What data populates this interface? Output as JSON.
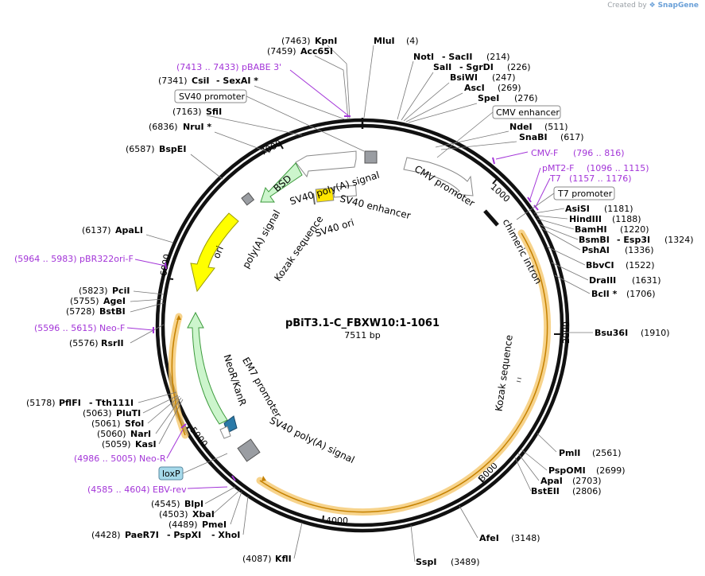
{
  "credit": {
    "prefix": "Created by",
    "brand": "SnapGene"
  },
  "title": "pBiT3.1-C_FBXW10:1-1061",
  "length": "7511 bp",
  "ticks": [
    "1000",
    "2000",
    "3000",
    "4000",
    "5000",
    "6000",
    "7000"
  ],
  "features": {
    "kozak_top": "Kozak sequence",
    "sv40_enhancer": "SV40 enhancer",
    "sv40_ori": "SV40 ori",
    "sv40_polya_top": "SV40 poly(A) signal",
    "bsd": "BSD",
    "polya": "poly(A) signal",
    "ori": "ori",
    "cmv_promoter": "CMV promoter",
    "chimeric_intron": "chimeric intron",
    "kozak_right": "Kozak sequence",
    "neor": "NeoR/KanR",
    "em7": "EM7 promoter",
    "sv40_polya_bottom": "SV40 poly(A) signal"
  },
  "boxed": {
    "sv40_promoter": "SV40 promoter",
    "cmv_enhancer": "CMV enhancer",
    "t7_promoter": "T7 promoter",
    "loxp": "loxP"
  },
  "sites": {
    "kpni_pos": "(7463)",
    "kpni": "KpnI",
    "acc65i_pos": "(7459)",
    "acc65i": "Acc65I",
    "mlui": "MluI",
    "mlui_pos": "(4)",
    "noti": "NotI",
    "sacii": "- SacII",
    "noti_pos": "(214)",
    "sali": "SalI",
    "sgrdi": "- SgrDI",
    "sali_pos": "(226)",
    "bsiwi": "BsiWI",
    "bsiwi_pos": "(247)",
    "asci": "AscI",
    "asci_pos": "(269)",
    "spei": "SpeI",
    "spei_pos": "(276)",
    "csii_pos": "(7341)",
    "csii": "CsiI",
    "sexai": "- SexAI *",
    "sfii_pos": "(7163)",
    "sfii": "SfiI",
    "nrui_pos": "(6836)",
    "nrui": "NruI *",
    "ndei": "NdeI",
    "ndei_pos": "(511)",
    "snabi": "SnaBI",
    "snabi_pos": "(617)",
    "bspei_pos": "(6587)",
    "bspei": "BspEI",
    "apali_pos": "(6137)",
    "apali": "ApaLI",
    "asisi": "AsiSI",
    "asisi_pos": "(1181)",
    "hindiii": "HindIII",
    "hindiii_pos": "(1188)",
    "bamhi": "BamHI",
    "bamhi_pos": "(1220)",
    "bsmbi": "BsmBI",
    "esp3i": "- Esp3I",
    "bsmbi_pos": "(1324)",
    "pshai": "PshAI",
    "pshai_pos": "(1336)",
    "bbvci": "BbvCI",
    "bbvci_pos": "(1522)",
    "draiii": "DraIII",
    "draiii_pos": "(1631)",
    "bcli": "BclI *",
    "bcli_pos": "(1706)",
    "pcii_pos": "(5823)",
    "pcii": "PciI",
    "agei_pos": "(5755)",
    "agei": "AgeI",
    "bstbi_pos": "(5728)",
    "bstbi": "BstBI",
    "bsu36i": "Bsu36I",
    "bsu36i_pos": "(1910)",
    "rsrii_pos": "(5576)",
    "rsrii": "RsrII",
    "pflfi_pos": "(5178)",
    "pflfi": "PflFI",
    "tth111i": "- Tth111I",
    "pluti_pos": "(5063)",
    "pluti": "PluTI",
    "sfoi_pos": "(5061)",
    "sfoi": "SfoI",
    "nari_pos": "(5060)",
    "nari": "NarI",
    "kasi_pos": "(5059)",
    "kasi": "KasI",
    "pmli": "PmlI",
    "pmli_pos": "(2561)",
    "pspomi": "PspOMI",
    "pspomi_pos": "(2699)",
    "apai": "ApaI",
    "apai_pos": "(2703)",
    "bsteii": "BstEII",
    "bsteii_pos": "(2806)",
    "afei": "AfeI",
    "afei_pos": "(3148)",
    "sspi": "SspI",
    "sspi_pos": "(3489)",
    "blpi_pos": "(4545)",
    "blpi": "BlpI",
    "xbai_pos": "(4503)",
    "xbai": "XbaI",
    "pmei_pos": "(4489)",
    "pmei": "PmeI",
    "paer7i_pos": "(4428)",
    "paer7i": "PaeR7I",
    "pspxi": "- PspXI",
    "xhoi": "- XhoI",
    "kfli_pos": "(4087)",
    "kfli": "KflI"
  },
  "primers": {
    "pbabe3": "(7413 .. 7433)  pBABE 3'",
    "cmvf_name": "CMV-F",
    "cmvf_range": "(796 .. 816)",
    "pmt2f_name": "pMT2-F",
    "pmt2f_range": "(1096 .. 1115)",
    "t7_name": "T7",
    "t7_range": "(1157 .. 1176)",
    "pbr322": "(5964 .. 5983)  pBR322ori-F",
    "neof": "(5596 .. 5615)  Neo-F",
    "neor": "(4986 .. 5005)  Neo-R",
    "ebvrev": "(4585 .. 4604)  EBV-rev"
  }
}
